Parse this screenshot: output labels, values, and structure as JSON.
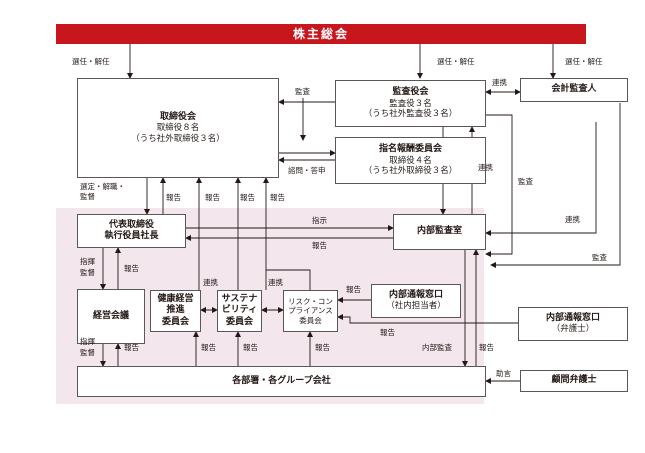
{
  "shareholders_meeting": "株主総会",
  "board": {
    "title": "取締役会",
    "line1": "取締役８名",
    "line2": "（うち社外取締役３名）"
  },
  "audit_board": {
    "title": "監査役会",
    "line1": "監査役３名",
    "line2": "（うち社外監査役３名）"
  },
  "nomination_committee": {
    "title": "指名報酬委員会",
    "line1": "取締役４名",
    "line2": "（うち社外取締役３名）"
  },
  "accounting_auditor": {
    "title": "会計監査人"
  },
  "president": {
    "line1": "代表取締役",
    "line2": "執行役員社長"
  },
  "internal_audit": {
    "title": "内部監査室"
  },
  "management_meeting": {
    "title": "経営会議"
  },
  "health_committee": {
    "line1": "健康経営",
    "line2": "推進",
    "line3": "委員会"
  },
  "sustainability_committee": {
    "line1": "サステナ",
    "line2": "ビリティ",
    "line3": "委員会"
  },
  "compliance_committee": {
    "line1": "リスク・コン",
    "line2": "プライアンス",
    "line3": "委員会"
  },
  "internal_hotline": {
    "title": "内部通報窓口",
    "sub": "（社内担当者）"
  },
  "external_hotline": {
    "title": "内部通報窓口",
    "sub": "（弁護士）"
  },
  "departments": {
    "title": "各部署・各グループ会社"
  },
  "legal_counsel": {
    "title": "顧問弁護士"
  },
  "labels": {
    "elect_board": "選任・解任",
    "elect_audit": "選任・解任",
    "elect_auditor": "選任・解任",
    "audit_top": "監査",
    "renkei_top": "連携",
    "consult": "諮問・答申",
    "appoint_1": "選定・解職・",
    "appoint_2": "監督",
    "report_a": "報告",
    "report_b": "報告",
    "report_c": "報告",
    "renkei_mid": "連携",
    "audit_right": "監査",
    "directive": "指示",
    "report_ia": "報告",
    "renkei_right": "連携",
    "audit_far": "監査",
    "command_1a": "指揮",
    "command_1b": "監督",
    "report_p": "報告",
    "renkei_h": "連携",
    "renkei_s": "連携",
    "report_hot": "報告",
    "report_ext": "報告",
    "command_2a": "指揮",
    "command_2b": "監督",
    "report_m": "報告",
    "report_h": "報告",
    "report_s": "報告",
    "report_c2": "報告",
    "internal_audit_lbl": "内部監査",
    "report_dept": "報告",
    "advice": "助言"
  }
}
